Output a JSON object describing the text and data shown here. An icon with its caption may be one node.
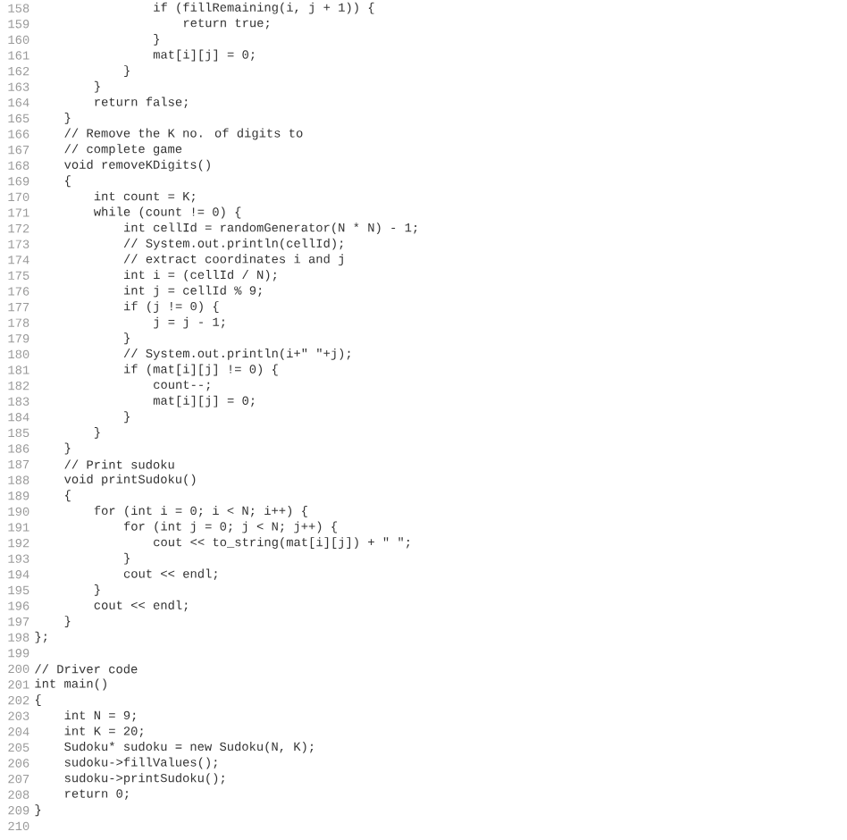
{
  "diagram": {
    "labels": [
      "158",
      "if (fillRemaining(i, j + 1)) {",
      "159",
      "return true;",
      "160",
      "}",
      "161",
      "mat[i][j] = 0;",
      "162",
      "}",
      "163",
      "}",
      "164",
      "return false;",
      "165",
      "}",
      "166",
      "// Remove the K no. of digits to",
      "167",
      "// complete game",
      "168",
      "void removeKDigits()",
      "169",
      "{",
      "170",
      "int count = K;",
      "171",
      "while (count != 0) {",
      "172",
      "int cellId = randomGenerator(N * N) - 1;",
      "173",
      "// System.out.println(cellId);",
      "174",
      "// extract coordinates i and j",
      "175",
      "int i = (cellId / N);",
      "176",
      "int j = cellId % 9;",
      "177",
      "if (j != 0) {",
      "178",
      "j = j - 1;",
      "179",
      "}",
      "180",
      "// System.out.println(i+\" \"+j);",
      "181",
      "if (mat[i][j] != 0) {",
      "182",
      "count--;",
      "183",
      "mat[i][j] = 0;",
      "184",
      "}",
      "185",
      "}",
      "186",
      "}",
      "187",
      "// Print sudoku",
      "188",
      "void printSudoku()",
      "189",
      "{",
      "190",
      "for (int i = 0; i < N; i++) {",
      "191",
      "for (int j = 0; j < N; j++) {",
      "192",
      "cout << to_string(mat[i][j]) + \" \";",
      "193",
      "}",
      "194",
      "cout << endl;",
      "195",
      "}",
      "196",
      "cout << endl;",
      "197",
      "}",
      "198",
      "};",
      "199",
      "200",
      "// Driver code",
      "201",
      "int main()",
      "202",
      "{",
      "203",
      "int N = 9;",
      "204",
      "int K = 20;",
      "205",
      "Sudoku* sudoku = new Sudoku(N, K);",
      "206",
      "sudoku->fillValues();",
      "207",
      "sudoku->printSudoku();",
      "208",
      "return 0;",
      "209",
      "}",
      "210"
    ]
  }
}
